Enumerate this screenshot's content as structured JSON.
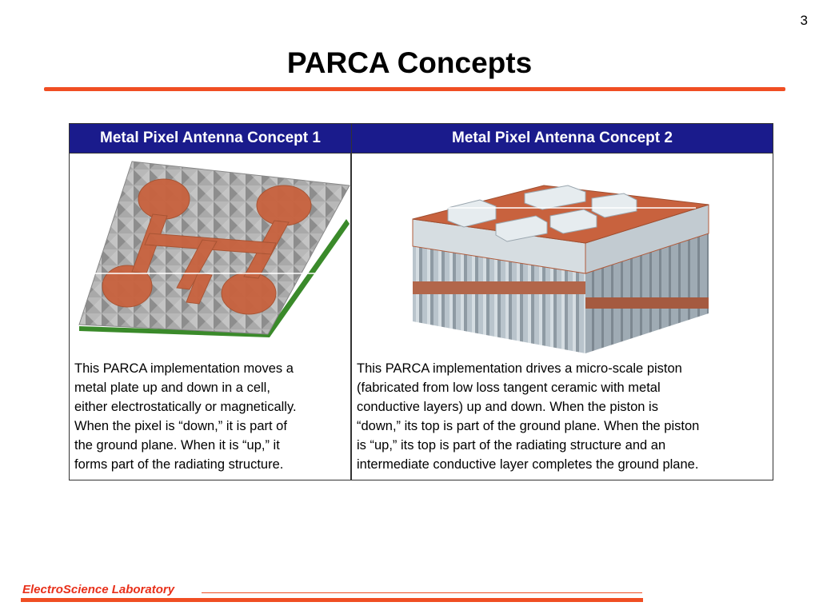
{
  "slide": {
    "page_number": "3",
    "title": "PARCA Concepts"
  },
  "table": {
    "headers": [
      "Metal Pixel Antenna Concept 1",
      "Metal Pixel Antenna Concept 2"
    ],
    "descriptions": [
      [
        "This PARCA implementation moves a",
        "metal plate up and down in a cell,",
        "either electrostatically or magnetically.",
        "When the pixel is “down,” it is part of",
        "the ground plane. When it is “up,” it",
        "forms part of the radiating structure."
      ],
      [
        "This PARCA implementation drives a micro-scale piston",
        "(fabricated from low loss tangent ceramic with metal",
        "conductive layers) up and down. When the piston is",
        "“down,” its top is part of the ground plane. When the piston",
        "is “up,” its top is part of the radiating structure and an",
        "intermediate conductive layer completes the ground plane."
      ]
    ]
  },
  "footer": {
    "lab_name": "ElectroScience Laboratory"
  },
  "colors": {
    "accent": "#f04e23",
    "header_bg": "#1a1b8c",
    "copper": "#c8623e"
  }
}
